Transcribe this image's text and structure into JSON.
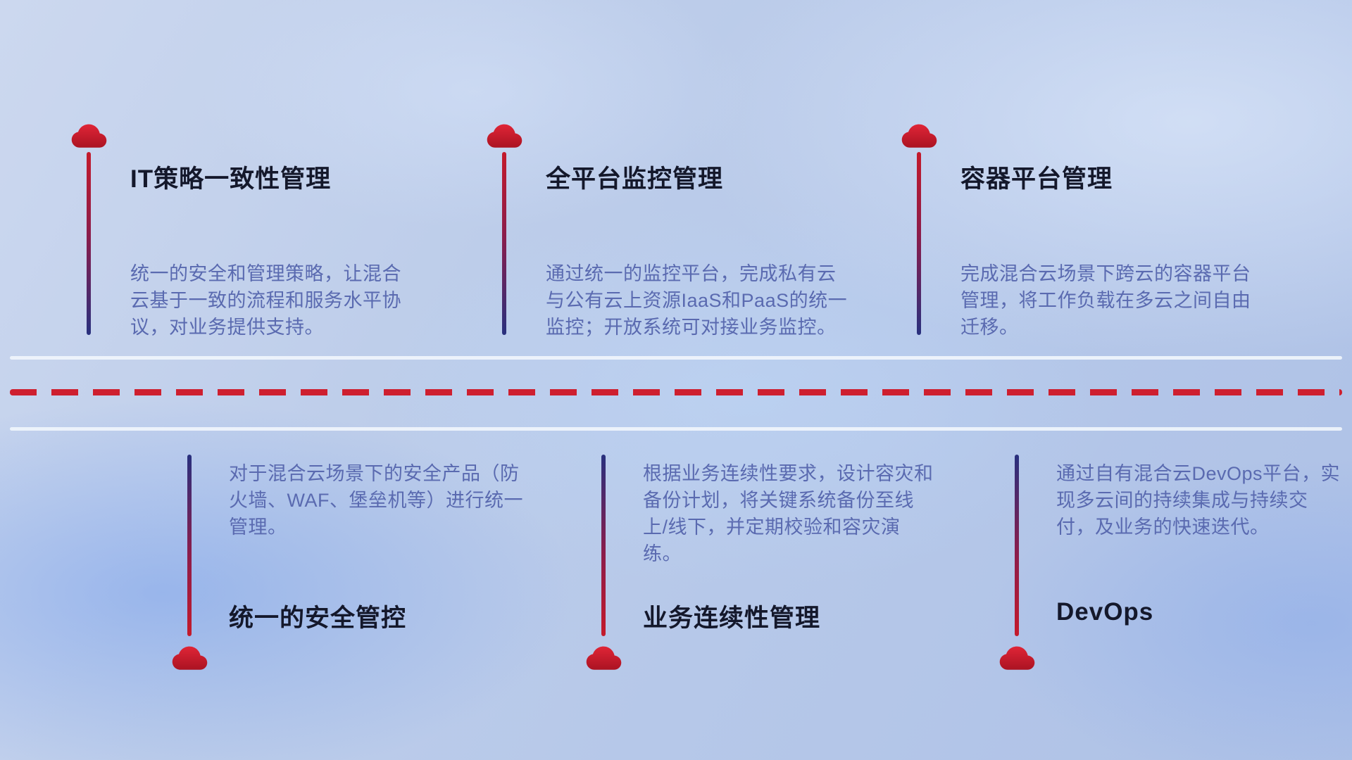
{
  "top_items": [
    {
      "title": "IT策略一致性管理",
      "description": "统一的安全和管理策略，让混合云基于一致的流程和服务水平协议，对业务提供支持。"
    },
    {
      "title": "全平台监控管理",
      "description": "通过统一的监控平台，完成私有云与公有云上资源IaaS和PaaS的统一监控；开放系统可对接业务监控。"
    },
    {
      "title": "容器平台管理",
      "description": "完成混合云场景下跨云的容器平台管理，将工作负载在多云之间自由迁移。"
    }
  ],
  "bottom_items": [
    {
      "title": "统一的安全管控",
      "description": "对于混合云场景下的安全产品（防火墙、WAF、堡垒机等）进行统一管理。"
    },
    {
      "title": "业务连续性管理",
      "description": "根据业务连续性要求，设计容灾和备份计划，将关键系统备份至线上/线下，并定期校验和容灾演练。"
    },
    {
      "title": "DevOps",
      "description": "通过自有混合云DevOps平台，实现多云间的持续集成与持续交付，及业务的快速迭代。"
    }
  ],
  "colors": {
    "accent_red": "#ce1f2f",
    "line_blue": "#28307e",
    "title_text": "#14182b",
    "description_text": "#5a6ab0",
    "divider_light": "#f0f5fc"
  },
  "icons": {
    "cloud": "☁"
  }
}
